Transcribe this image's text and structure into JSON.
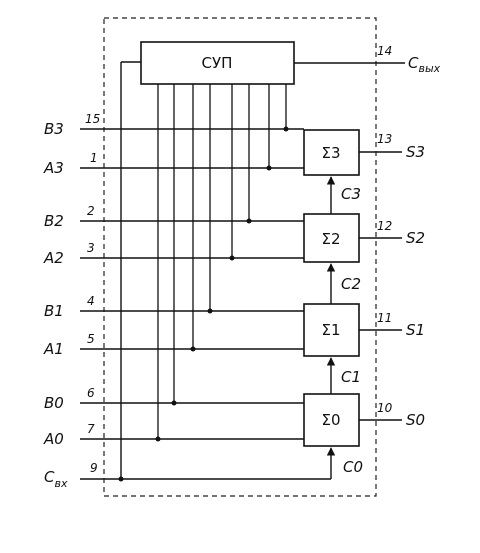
{
  "title_block": "СУП",
  "inputs": {
    "b3": "B3",
    "a3": "A3",
    "b2": "B2",
    "a2": "A2",
    "b1": "B1",
    "a1": "A1",
    "b0": "B0",
    "a0": "A0",
    "cin_main": "C",
    "cin_sub": "вх"
  },
  "pins": {
    "b3": "15",
    "a3": "1",
    "b2": "2",
    "a2": "3",
    "b1": "4",
    "a1": "5",
    "b0": "6",
    "a0": "7",
    "cin": "9",
    "s3": "13",
    "s2": "12",
    "s1": "11",
    "s0": "10",
    "cout": "14"
  },
  "outputs": {
    "s3": "S3",
    "s2": "S2",
    "s1": "S1",
    "s0": "S0",
    "cout_main": "C",
    "cout_sub": "вых"
  },
  "adders": {
    "sum3": "Σ3",
    "sum2": "Σ2",
    "sum1": "Σ1",
    "sum0": "Σ0"
  },
  "carries": {
    "c3": "C3",
    "c2": "C2",
    "c1": "C1",
    "c0": "C0"
  }
}
